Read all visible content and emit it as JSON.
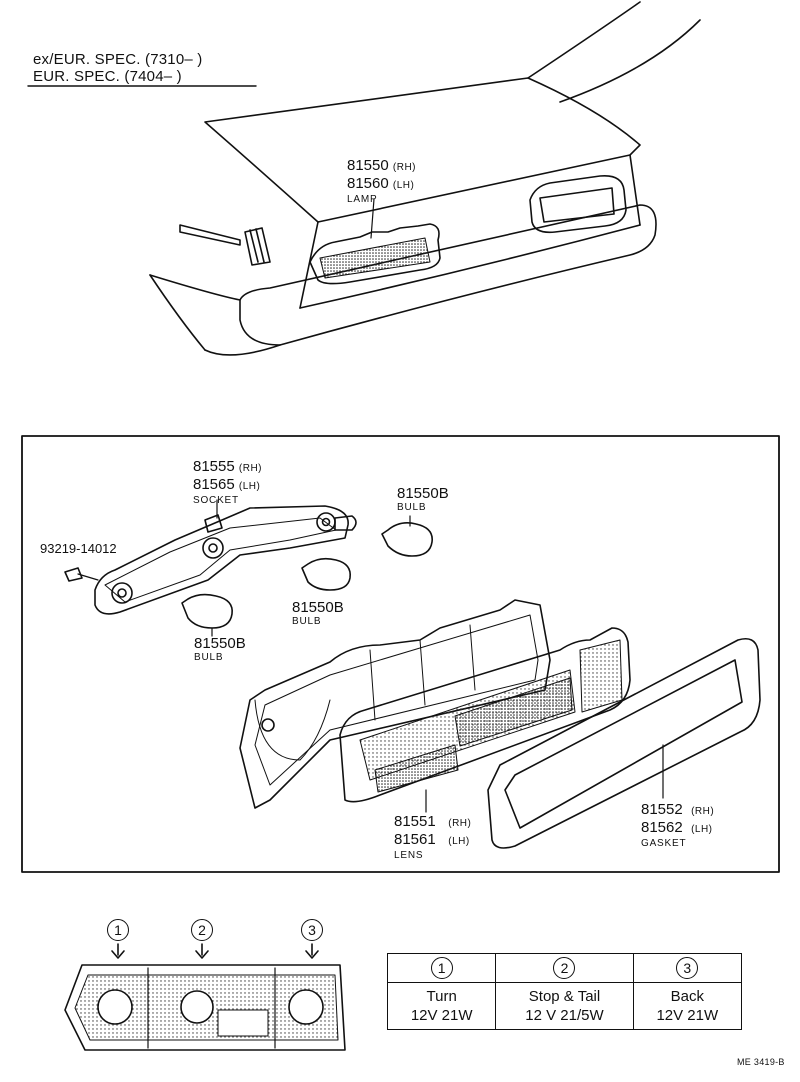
{
  "specs": {
    "line1": "ex/EUR. SPEC. (7310–        )",
    "line2": "EUR. SPEC. (7404–        )"
  },
  "lamp": {
    "number_rh": "81550",
    "side_rh": "(RH)",
    "number_lh": "81560",
    "side_lh": "(LH)",
    "name": "LAMP"
  },
  "socket": {
    "number_rh": "81555",
    "side_rh": "(RH)",
    "number_lh": "81565",
    "side_lh": "(LH)",
    "name": "SOCKET"
  },
  "screw": {
    "number": "93219-14012"
  },
  "bulb_top": {
    "number": "81550B",
    "name": "BULB"
  },
  "bulb_mid": {
    "number": "81550B",
    "name": "BULB"
  },
  "bulb_low": {
    "number": "81550B",
    "name": "BULB"
  },
  "lens": {
    "number_rh": "81551",
    "side_rh": "(RH)",
    "number_lh": "81561",
    "side_lh": "(LH)",
    "name": "LENS"
  },
  "gasket": {
    "number_rh": "81552",
    "side_rh": "(RH)",
    "number_lh": "81562",
    "side_lh": "(LH)",
    "name": "GASKET"
  },
  "positions": [
    "1",
    "2",
    "3"
  ],
  "bulb_table": {
    "headers": [
      "1",
      "2",
      "3"
    ],
    "functions": [
      "Turn",
      "Stop & Tail",
      "Back"
    ],
    "ratings": [
      "12V 21W",
      "12 V 21/5W",
      "12V 21W"
    ]
  },
  "reference": "ME 3419-B"
}
